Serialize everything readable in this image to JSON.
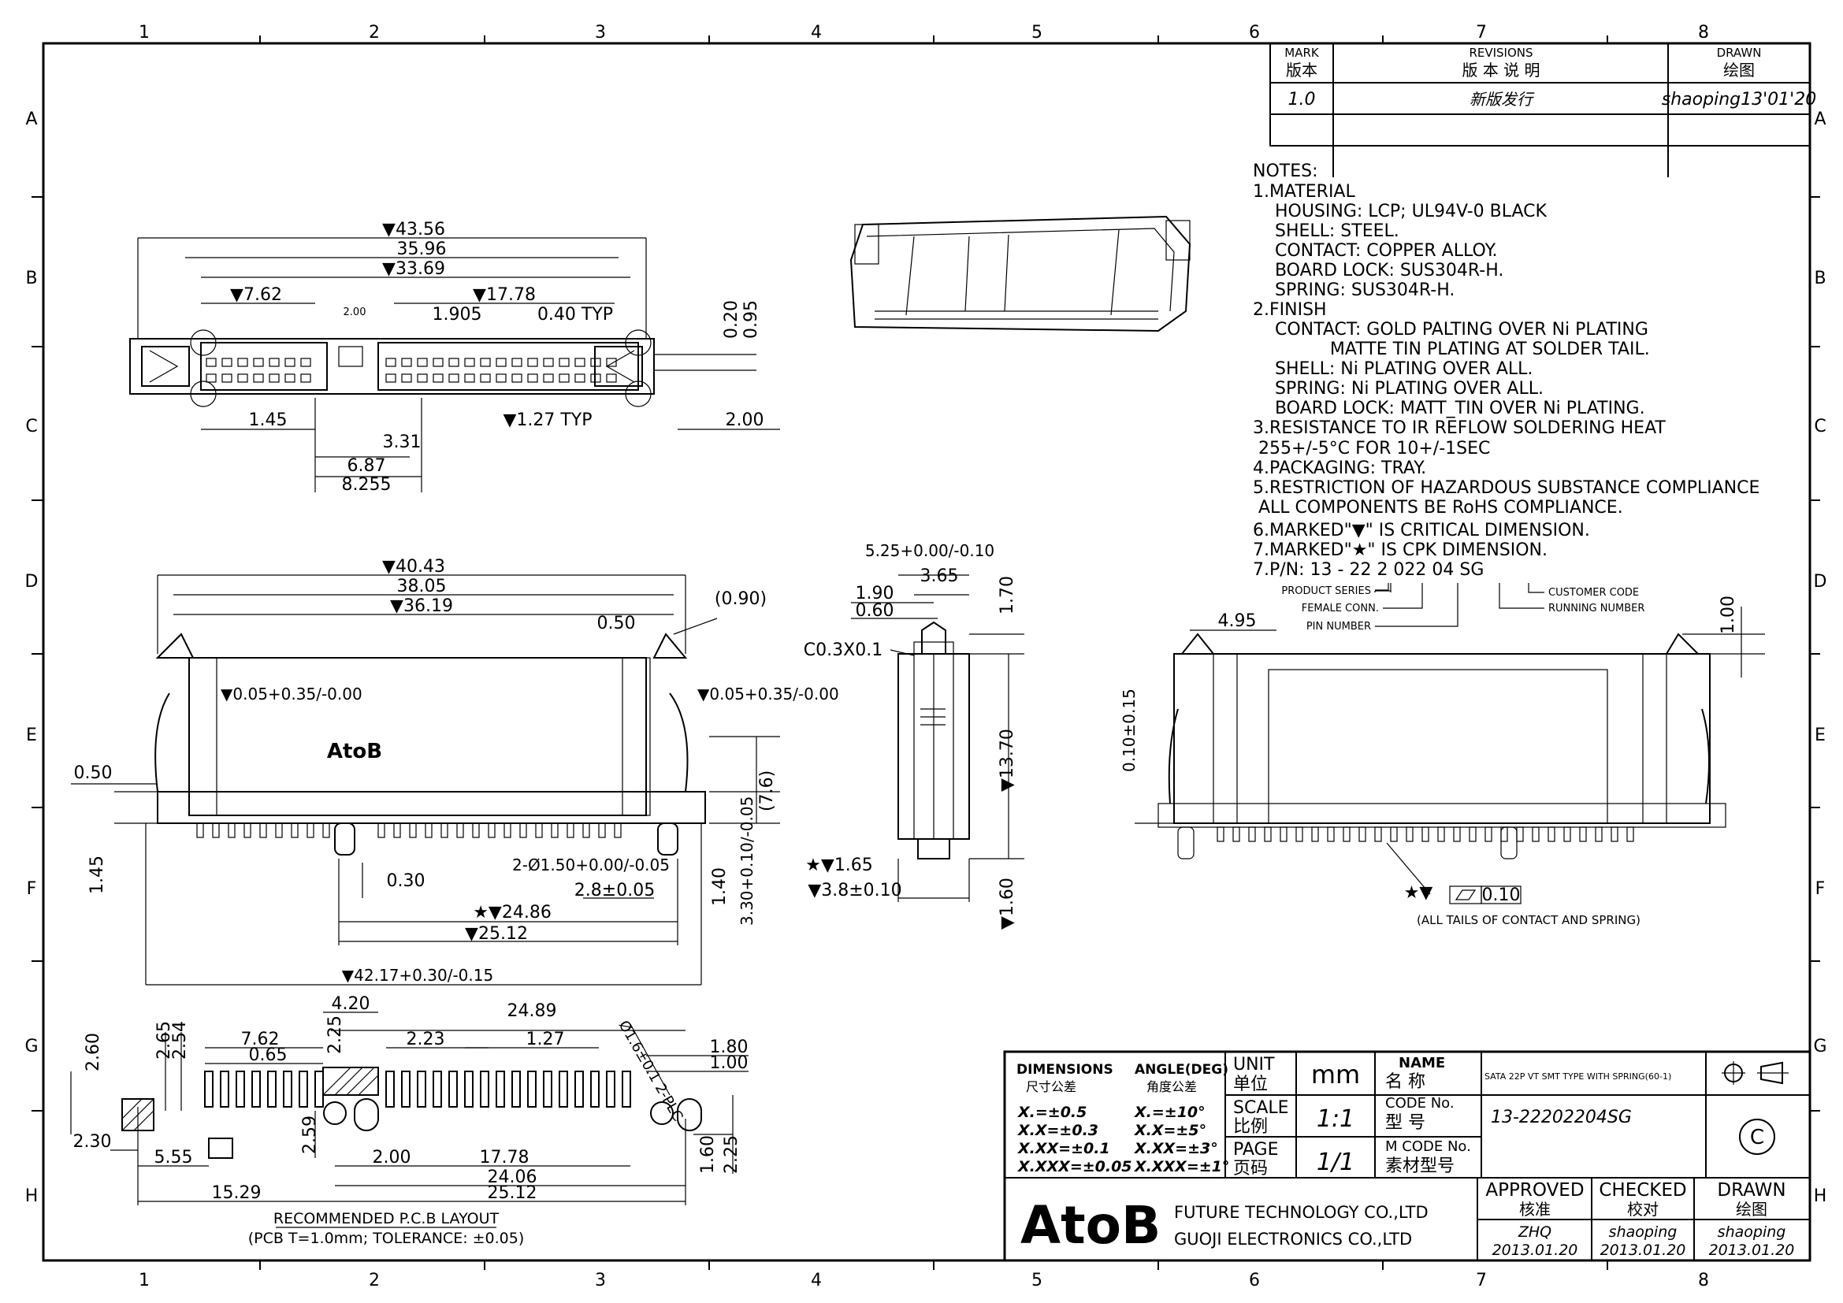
{
  "border": {
    "cols": [
      "1",
      "2",
      "3",
      "4",
      "5",
      "6",
      "7",
      "8"
    ],
    "rows": [
      "A",
      "B",
      "C",
      "D",
      "E",
      "F",
      "G",
      "H"
    ]
  },
  "revisions": {
    "h_mark": "MARK",
    "h_mark_cn": "版本",
    "h_rev": "REVISIONS",
    "h_rev_cn": "版 本 说 明",
    "h_drawn": "DRAWN",
    "h_drawn_cn": "绘图",
    "mark": "1.0",
    "desc": "新版发行",
    "drawn": "shaoping13'01'20"
  },
  "notes": [
    "NOTES:",
    "1.MATERIAL",
    "    HOUSING: LCP; UL94V-0 BLACK",
    "    SHELL: STEEL.",
    "    CONTACT: COPPER ALLOY.",
    "    BOARD LOCK: SUS304R-H.",
    "    SPRING: SUS304R-H.",
    "2.FINISH",
    "    CONTACT: GOLD PALTING OVER Ni PLATING",
    "              MATTE TIN PLATING AT SOLDER TAIL.",
    "    SHELL: Ni PLATING OVER ALL.",
    "    SPRING: Ni PLATING OVER ALL.",
    "    BOARD LOCK: MATT_TIN OVER Ni PLATING.",
    "3.RESISTANCE TO IR REFLOW SOLDERING HEAT",
    " 255+/-5°C FOR 10+/-1SEC",
    "4.PACKAGING: TRAY.",
    "5.RESTRICTION OF HAZARDOUS SUBSTANCE COMPLIANCE",
    " ALL COMPONENTS BE RoHS COMPLIANCE.",
    "6.MARKED\"▼\" IS CRITICAL DIMENSION.",
    "7.MARKED\"★\" IS CPK DIMENSION.",
    "7.P/N: 13 - 22 2 022 04 SG"
  ],
  "pn_labels": {
    "product": "PRODUCT SERIES",
    "female": "FEMALE CONN.",
    "pin": "PIN NUMBER",
    "customer": "CUSTOMER CODE",
    "running": "RUNNING NUMBER"
  },
  "top_view_dims": {
    "d1": "▼43.56",
    "d2": "35.96",
    "d3": "▼33.69",
    "d4": "▼7.62",
    "d5": "▼17.78",
    "d6": "2.00",
    "d7": "1.905",
    "d8": "0.40 TYP",
    "d9": "0.20",
    "d10": "0.95",
    "d11": "1.45",
    "d12": "▼1.27 TYP",
    "d13": "2.00",
    "d14": "3.31",
    "d15": "6.87",
    "d16": "8.255"
  },
  "front_view_dims": {
    "d1": "▼40.43",
    "d2": "38.05",
    "d3": "▼36.19",
    "d4": "0.50",
    "d5": "(0.90)",
    "d6": "▼0.05+0.35/-0.00",
    "d7": "▼0.05+0.35/-0.00",
    "d8": "0.50",
    "d9": "(7.6)",
    "d10": "1.45",
    "d11": "0.30",
    "d12": "2-Ø1.50+0.00/-0.05",
    "d13": "2.8±0.05",
    "d14": "★▼24.86",
    "d15": "▼25.12",
    "d16": "▼42.17+0.30/-0.15",
    "d17": "1.40",
    "d18": "3.30+0.10/-0.05",
    "logo": "AtoB"
  },
  "side_view_dims": {
    "d1": "5.25+0.00/-0.10",
    "d2": "3.65",
    "d3": "1.90",
    "d4": "0.60",
    "d5": "C0.3X0.1",
    "d6": "1.70",
    "d7": "▼13.70",
    "d8": "★▼1.65",
    "d9": "▼3.8±0.10",
    "d10": "▼1.60"
  },
  "right_view_dims": {
    "d1": "4.95",
    "d2": "1.00",
    "d3": "0.10±0.15",
    "d4": "★▼",
    "d5": "0.10",
    "note": "(ALL TAILS OF CONTACT AND SPRING)"
  },
  "pcb_dims": {
    "d1": "4.20",
    "d2": "24.89",
    "d3": "2.25",
    "d4": "2.23",
    "d5": "1.27",
    "d6": "7.62",
    "d7": "0.65",
    "d8": "2.65",
    "d9": "2.54",
    "d10": "2.60",
    "d11": "Ø1.6±0.1 2-PLC",
    "d12": "1.80",
    "d13": "1.00",
    "d14": "2.59",
    "d15": "17.78",
    "d16": "2.30",
    "d17": "5.55",
    "d18": "2.00",
    "d19": "24.06",
    "d20": "15.29",
    "d21": "25.12",
    "d22": "1.60",
    "d23": "2.25",
    "caption1": "RECOMMENDED P.C.B LAYOUT",
    "caption2": "(PCB T=1.0mm; TOLERANCE: ±0.05)"
  },
  "title_block": {
    "dims_h": "DIMENSIONS",
    "dims_cn": "尺寸公差",
    "angle_h": "ANGLE(DEG)",
    "angle_cn": "角度公差",
    "t1": "X.=±0.5",
    "t2": "X.X=±0.3",
    "t3": "X.XX=±0.1",
    "t4": "X.XXX=±0.05",
    "a1": "X.=±10°",
    "a2": "X.X=±5°",
    "a3": "X.XX=±3°",
    "a4": "X.XXX=±1°",
    "unit_h": "UNIT",
    "unit_cn": "单位",
    "unit": "mm",
    "scale_h": "SCALE",
    "scale_cn": "比例",
    "scale": "1:1",
    "page_h": "PAGE",
    "page_cn": "页码",
    "page": "1/1",
    "name_h": "NAME",
    "name_cn": "名 称",
    "name": "SATA 22P VT SMT TYPE WITH SPRING(60-1)",
    "code_h": "CODE No.",
    "code_cn": "型 号",
    "code": "13-22202204SG",
    "mcode_h": "M CODE No.",
    "mcode_cn": "素材型号",
    "copyright": "C",
    "logo": "AtoB",
    "company1": "FUTURE TECHNOLOGY CO.,LTD",
    "company2": "GUOJI ELECTRONICS CO.,LTD",
    "approved_h": "APPROVED",
    "approved_cn": "核准",
    "approved_by": "ZHQ",
    "approved_date": "2013.01.20",
    "checked_h": "CHECKED",
    "checked_cn": "校对",
    "checked_by": "shaoping",
    "checked_date": "2013.01.20",
    "drawn_h": "DRAWN",
    "drawn_cn": "绘图",
    "drawn_by": "shaoping",
    "drawn_date": "2013.01.20"
  }
}
